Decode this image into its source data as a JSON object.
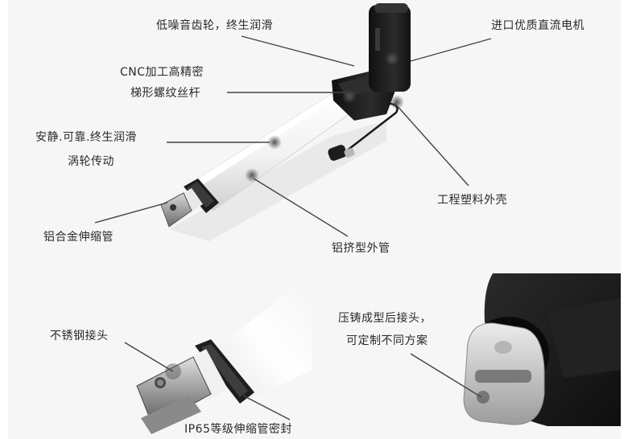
{
  "diagram": {
    "subject": "linear actuator feature callouts",
    "colors": {
      "background": "#f6f6f6",
      "page": "#ffffff",
      "housing_black": "#1e1e1e",
      "tube_white": "#fbfbfb",
      "leader_line": "#444444",
      "text": "#2a2a2a"
    },
    "top_callouts": [
      {
        "id": "gear",
        "text": "低噪音齿轮，终生润滑"
      },
      {
        "id": "motor",
        "text": "进口优质直流电机"
      },
      {
        "id": "screw_line1",
        "text": "CNC加工高精密"
      },
      {
        "id": "screw_line2",
        "text": "梯形螺纹丝杆"
      },
      {
        "id": "worm_line1",
        "text": "安静.可靠.终生润滑"
      },
      {
        "id": "worm_line2",
        "text": "涡轮传动"
      },
      {
        "id": "shell",
        "text": "工程塑料外壳"
      },
      {
        "id": "inner_tube",
        "text": "铝合金伸缩管"
      },
      {
        "id": "outer_tube",
        "text": "铝挤型外管"
      }
    ],
    "bottom_left_callouts": [
      {
        "id": "ss_joint",
        "text": "不锈钢接头"
      },
      {
        "id": "seal",
        "text": "IP65等级伸缩管密封"
      }
    ],
    "bottom_right_callouts": [
      {
        "id": "rear_line1",
        "text": "压铸成型后接头，"
      },
      {
        "id": "rear_line2",
        "text": "可定制不同方案"
      }
    ]
  }
}
